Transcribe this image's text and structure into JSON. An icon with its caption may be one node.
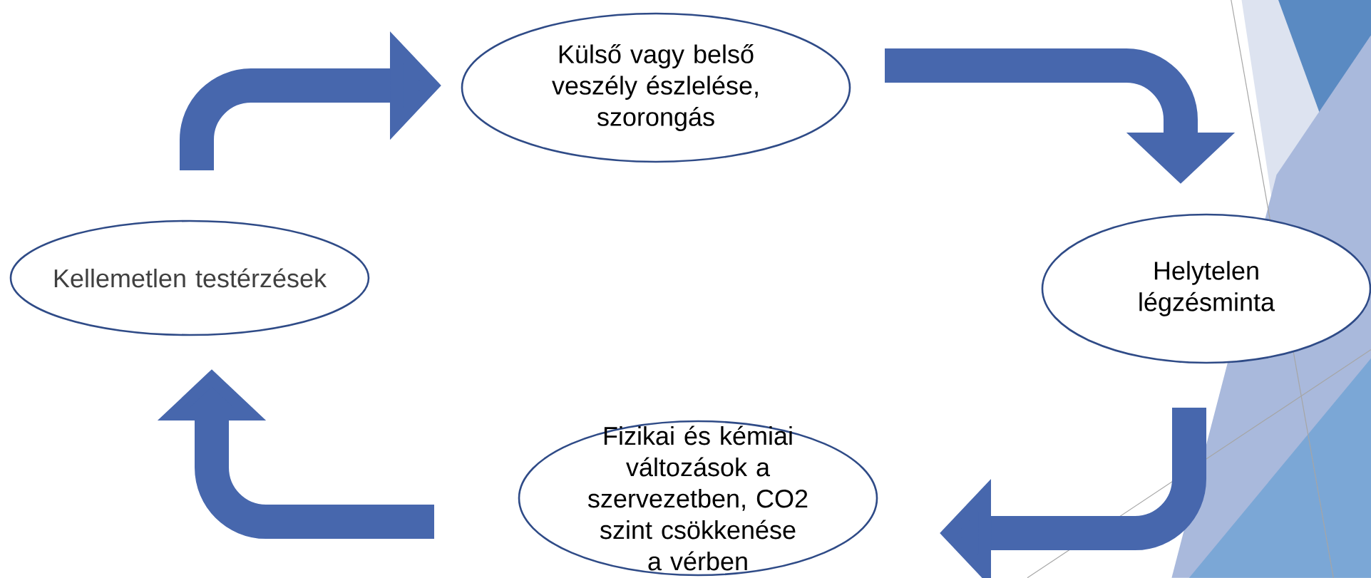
{
  "diagram": {
    "nodes": [
      {
        "text": [
          "Külső vagy belső veszély észlelése, szorongás"
        ]
      },
      {
        "text": [
          "Helytelen légzésminta"
        ]
      },
      {
        "text": [
          "Fizikai és kémiai változások a szervezetben, CO2 szint csökkenése a vérben"
        ]
      },
      {
        "text": [
          "Kellemetlen testérzések"
        ]
      }
    ],
    "edges": [
      {
        "from": 0,
        "to": 1,
        "arrow": "to"
      },
      {
        "from": 1,
        "to": 2,
        "arrow": "to"
      },
      {
        "from": 2,
        "to": 3,
        "arrow": "to"
      },
      {
        "from": 3,
        "to": 0,
        "arrow": "to"
      }
    ]
  }
}
